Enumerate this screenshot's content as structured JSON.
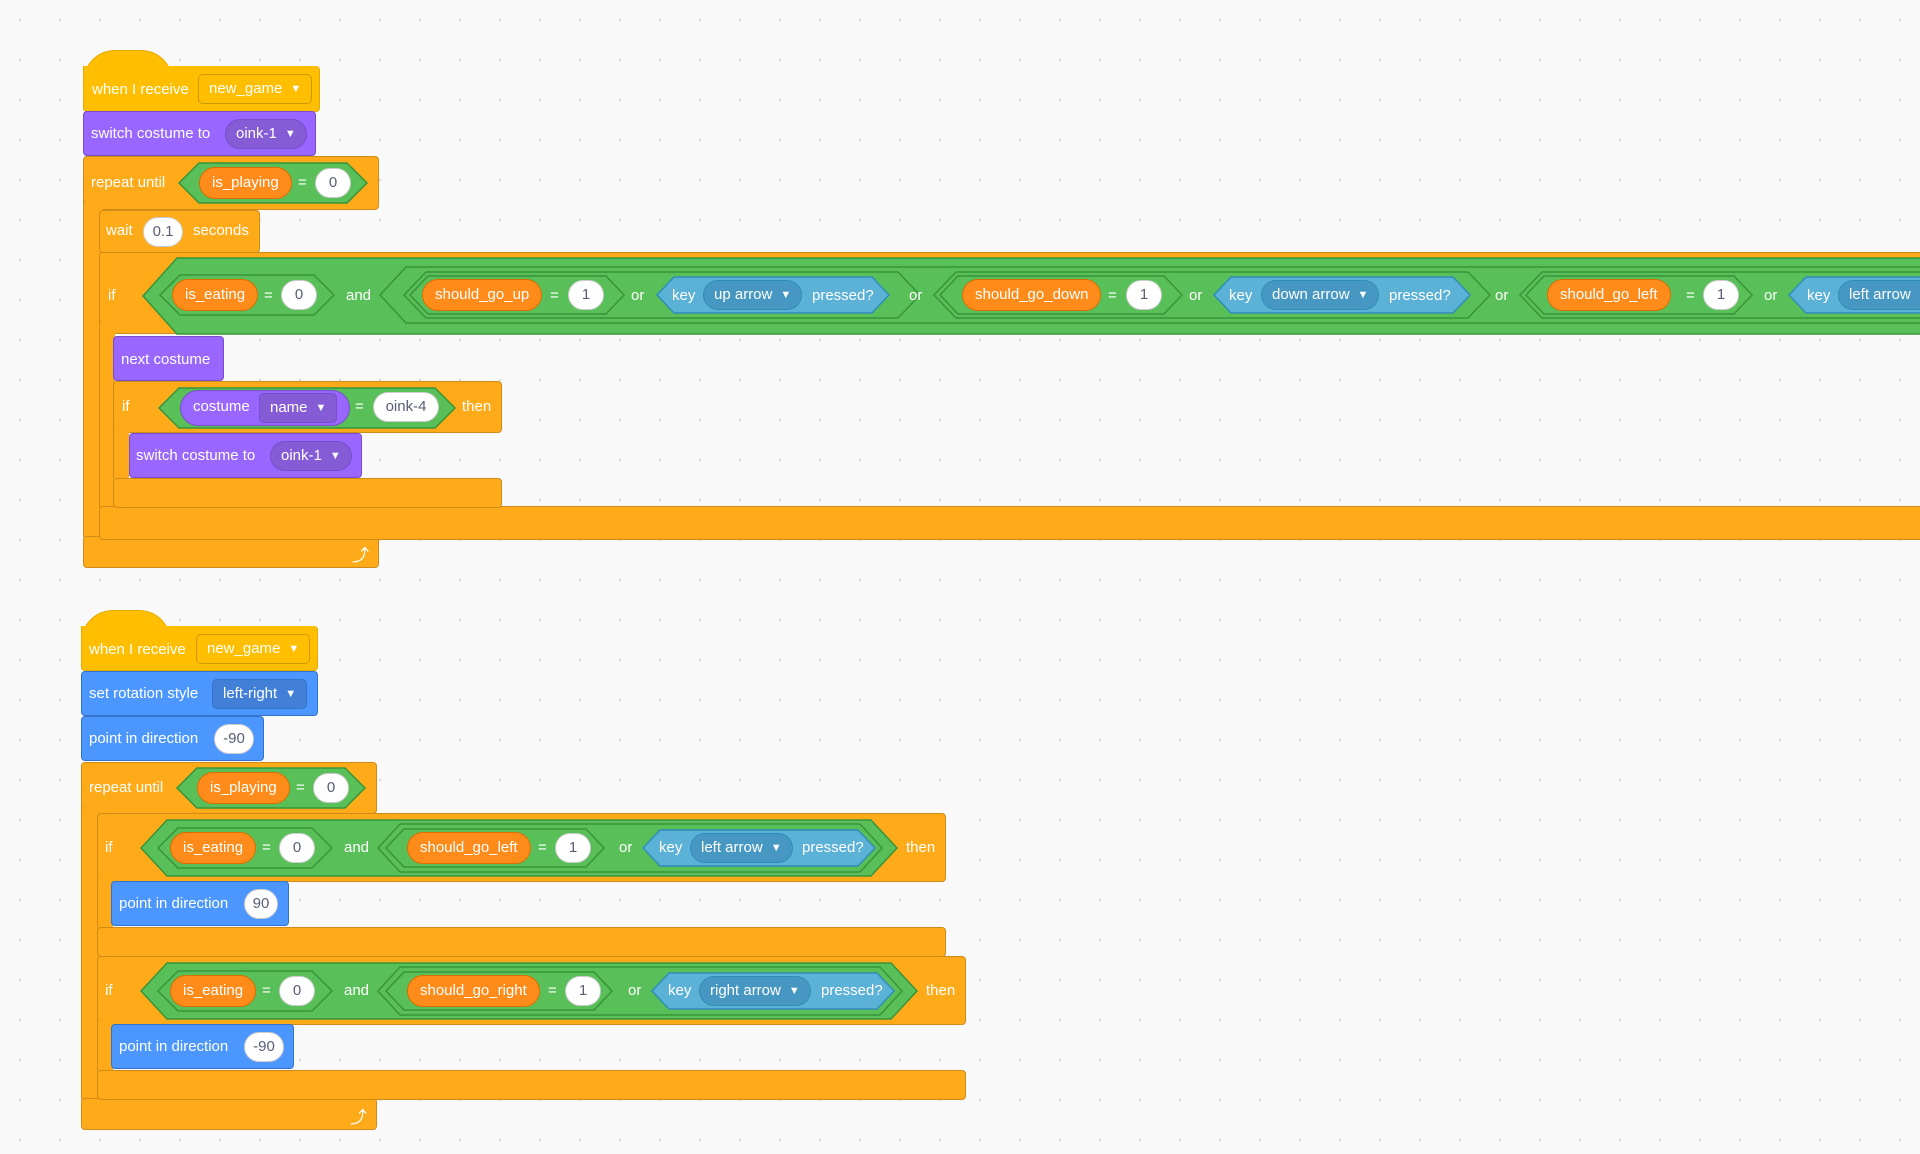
{
  "script1": {
    "when_label": "when I receive",
    "message": "new_game",
    "switch_label": "switch costume to",
    "costume": "oink-1",
    "repeat_label": "repeat until",
    "playing_var": "is_playing",
    "eq": "=",
    "zero": "0",
    "wait_label": "wait",
    "wait_value": "0.1",
    "seconds_label": "seconds",
    "if_label": "if",
    "eating_var": "is_eating",
    "and_label": "and",
    "or_label": "or",
    "one": "1",
    "up_var": "should_go_up",
    "down_var": "should_go_down",
    "left_var": "should_go_left",
    "key_label": "key",
    "up_key": "up arrow",
    "down_key": "down arrow",
    "left_key": "left arrow",
    "pressed_label": "pressed?",
    "next_costume_label": "next costume",
    "inner_if_label": "if",
    "costume_reporter": "costume",
    "costume_attr": "name",
    "costume_target": "oink-4",
    "then_label": "then",
    "switch2_label": "switch costume to",
    "costume2": "oink-1"
  },
  "script2": {
    "when_label": "when I receive",
    "message": "new_game",
    "rotation_label": "set rotation style",
    "rotation_style": "left-right",
    "point_label": "point in direction",
    "point_value": "-90",
    "repeat_label": "repeat until",
    "playing_var": "is_playing",
    "eq": "=",
    "zero": "0",
    "if_label": "if",
    "eating_var": "is_eating",
    "and_label": "and",
    "or_label": "or",
    "one": "1",
    "left_var": "should_go_left",
    "right_var": "should_go_right",
    "key_label": "key",
    "left_key": "left arrow",
    "right_key": "right arrow",
    "pressed_label": "pressed?",
    "then_label": "then",
    "point_right_label": "point in direction",
    "point_right_value": "90",
    "point_left_label": "point in direction",
    "point_left_value": "-90"
  },
  "colors": {
    "events": "#ffbf00",
    "control": "#ffab19",
    "looks": "#9966ff",
    "motion": "#4c97ff",
    "operators": "#59c059",
    "sensing": "#5cb1d6",
    "variables": "#ff8c1a"
  }
}
